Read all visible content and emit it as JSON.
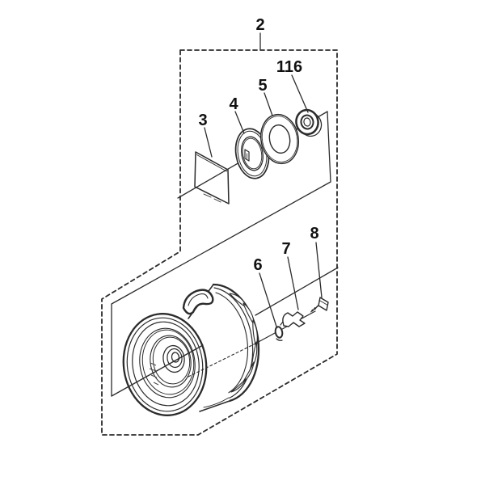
{
  "diagram": {
    "background_color": "#ffffff",
    "line_color": "#2b2b2b",
    "label_color": "#111111",
    "part_labels": {
      "group": "2",
      "square_washer": "3",
      "drag_plate": "4",
      "flat_washer": "5",
      "bearing": "116",
      "retaining_ring": "6",
      "click_spring": "7",
      "screw": "8"
    }
  }
}
